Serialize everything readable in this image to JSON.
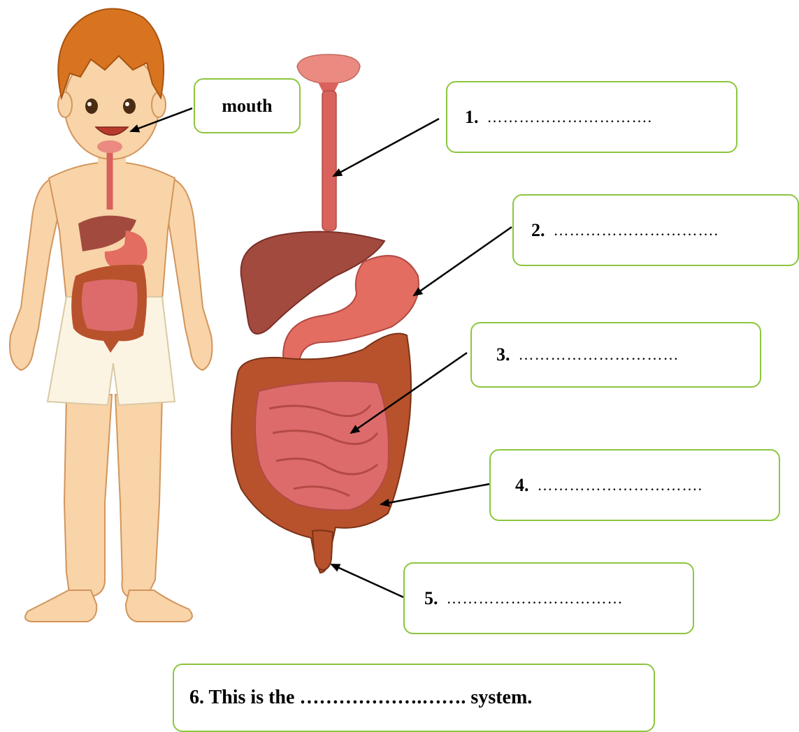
{
  "labels": {
    "mouth": "mouth",
    "q1": {
      "num": "1.",
      "blank": "…………………………."
    },
    "q2": {
      "num": "2.",
      "blank": "…………………………."
    },
    "q3": {
      "num": "3.",
      "blank": "…………………………"
    },
    "q4": {
      "num": "4.",
      "blank": "…………………………."
    },
    "q5": {
      "num": "5.",
      "blank": "……………………………"
    },
    "q6": "6. This is the ……………….……. system."
  },
  "colors": {
    "box_border": "#8cc63f",
    "organ": "#d9625c",
    "liver": "#a34a3e",
    "colon": "#b8522c",
    "skin": "#f8d4a8",
    "hair": "#d8741f",
    "shorts": "#fbf4e2"
  }
}
